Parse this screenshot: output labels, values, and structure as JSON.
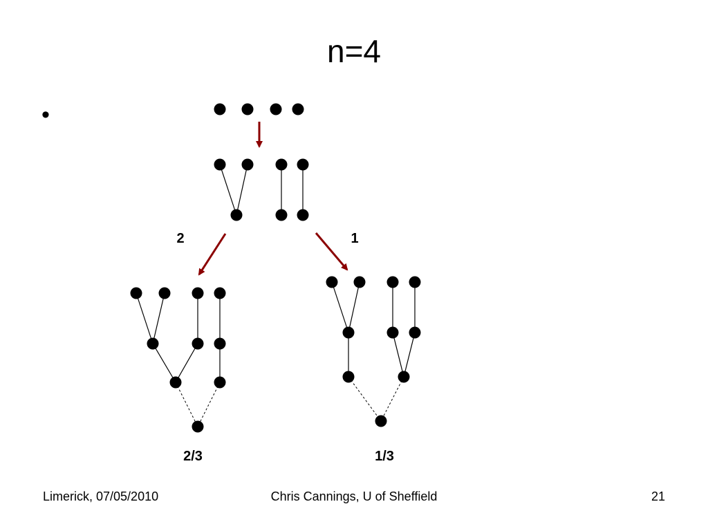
{
  "slide": {
    "title": "n=4",
    "bullet": "•"
  },
  "diagram": {
    "branch_weights": [
      "2",
      "1"
    ],
    "outcome_probabilities": [
      "2/3",
      "1/3"
    ],
    "arrow_color": "#8b0000",
    "node_color": "#000000"
  },
  "footer": {
    "location_date": "Limerick, 07/05/2010",
    "author": "Chris Cannings, U of Sheffield",
    "page_number": "21"
  }
}
